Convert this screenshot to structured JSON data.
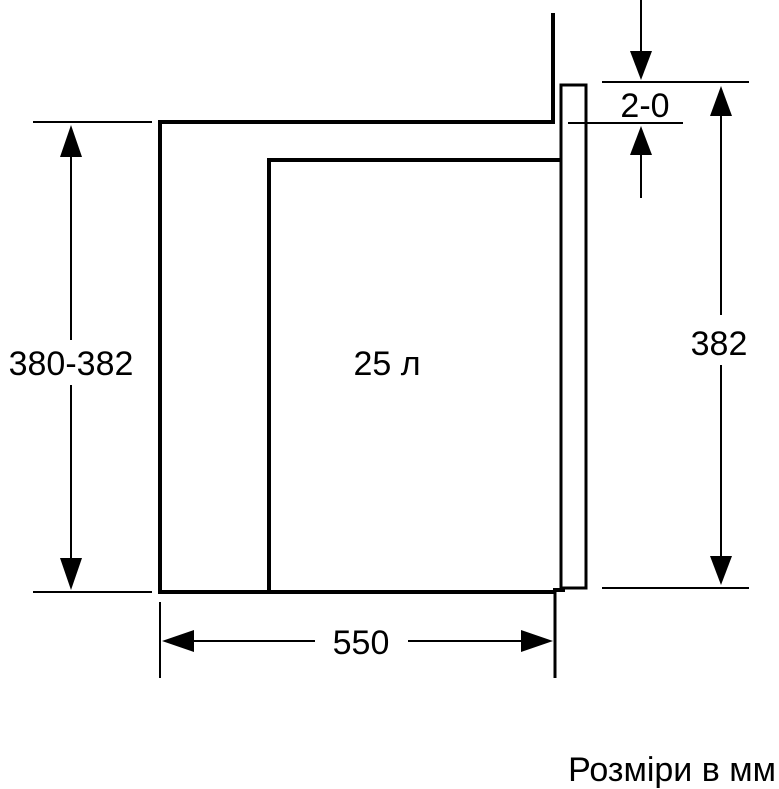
{
  "diagram": {
    "type": "technical-installation-drawing",
    "labels": {
      "height_left": "380-382",
      "height_right": "382",
      "gap_top": "2-0",
      "depth": "550",
      "volume": "25 л",
      "units_note": "Розміри в мм"
    }
  }
}
